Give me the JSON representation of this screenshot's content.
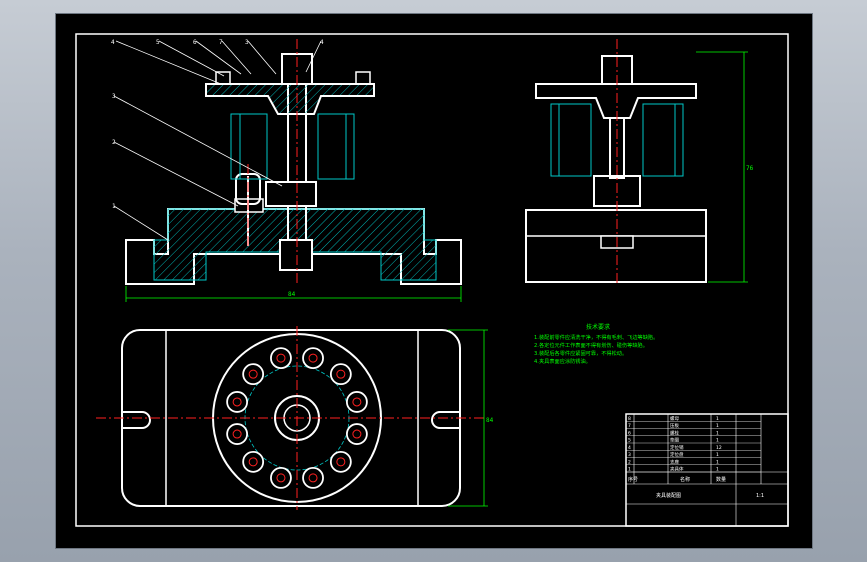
{
  "colors": {
    "background": "#000000",
    "outline": "#ffffff",
    "hatch": "#00c8c8",
    "centerline": "#ff2020",
    "dimension": "#00ff00",
    "leader": "#ffffff"
  },
  "balloons": [
    "4",
    "5",
    "6",
    "7",
    "3",
    "4",
    "3",
    "2",
    "1"
  ],
  "dimensions": {
    "base_length": "84",
    "side_height": "76",
    "plan_height": "84"
  },
  "notes": {
    "title": "技术要求",
    "lines": [
      "1.装配前零件应清洗干净，不得有毛刺、飞边等缺陷。",
      "2.各定位元件工作表面不得有划伤、碰伤等缺陷。",
      "3.装配后各零件应紧固可靠，不得松动。",
      "4.夹具表面应涂防锈油。"
    ]
  },
  "title_block": {
    "parts": [
      {
        "no": "8",
        "name": "螺母",
        "qty": "1"
      },
      {
        "no": "7",
        "name": "压板",
        "qty": "1"
      },
      {
        "no": "6",
        "name": "螺栓",
        "qty": "1"
      },
      {
        "no": "5",
        "name": "垫圈",
        "qty": "1"
      },
      {
        "no": "4",
        "name": "定位销",
        "qty": "12"
      },
      {
        "no": "3",
        "name": "定位盘",
        "qty": "1"
      },
      {
        "no": "2",
        "name": "支座",
        "qty": "1"
      },
      {
        "no": "1",
        "name": "夹具体",
        "qty": "1"
      }
    ],
    "header": [
      "序号",
      "名称",
      "数量"
    ],
    "drawing_name": "夹具装配图",
    "scale": "1:1"
  }
}
